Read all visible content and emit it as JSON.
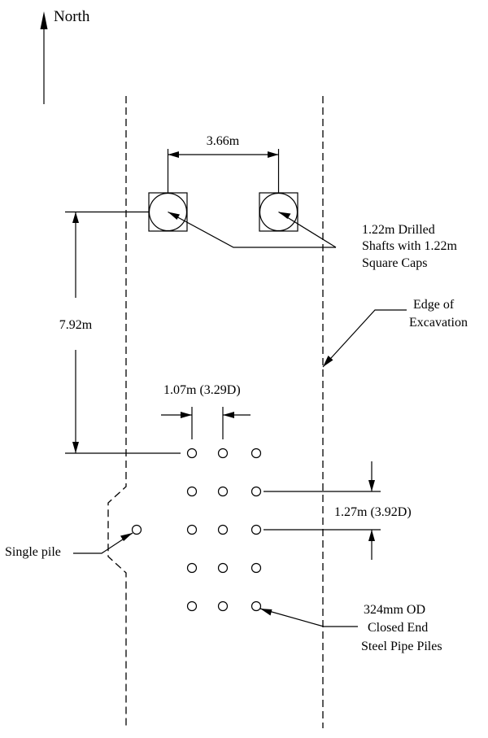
{
  "north_label": "North",
  "dimensions": {
    "shaft_spacing": "3.66m",
    "shaft_to_piles": "7.92m",
    "pile_x_spacing": "1.07m (3.29D)",
    "pile_y_spacing": "1.27m (3.92D)"
  },
  "callouts": {
    "drilled_shafts": [
      "1.22m Drilled",
      "Shafts with 1.22m",
      "Square Caps"
    ],
    "edge_of_excavation": [
      "Edge of",
      "Excavation"
    ],
    "single_pile": "Single pile",
    "steel_pipe_piles": [
      "324mm OD",
      "Closed End",
      "Steel Pipe Piles"
    ]
  },
  "pile_group": {
    "rows": 5,
    "columns": 3
  }
}
